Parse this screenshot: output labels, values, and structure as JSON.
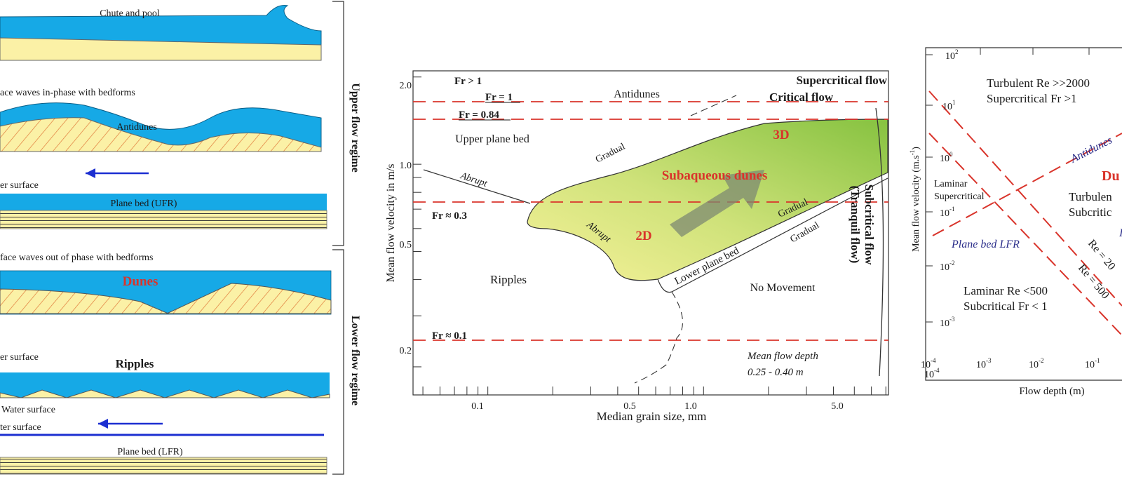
{
  "colors": {
    "water": "#16a9e6",
    "sand": "#fbf1a6",
    "lamina": "#e07a3a",
    "red_accent": "#d9342b",
    "arrow_blue": "#1c2fd1",
    "navy_text": "#2b2e8a",
    "zone_light": "#f7f29a",
    "zone_dark": "#86c240",
    "frame": "#333333"
  },
  "left_panel": {
    "chute_label": "Chute and pool",
    "antidune_caption": "ace waves in-phase with bedforms",
    "antidunes_label": "Antidunes",
    "upper_water_surface": "er surface",
    "plane_bed_ufr": "Plane bed (UFR)",
    "dune_caption": "face waves out of phase with bedforms",
    "dunes_label": "Dunes",
    "ripples_water_surface": "er surface",
    "ripples_label": "Ripples",
    "water_surface_1": "Water surface",
    "water_surface_2": "ter surface",
    "plane_bed_lfr": "Plane bed (LFR)",
    "upper_regime": "Upper flow regime",
    "lower_regime": "Lower flow regime",
    "arrow_icon": "left-arrow-icon"
  },
  "middle_chart": {
    "y_axis_label": "Mean flow velocity in m/s",
    "x_axis_label": "Median grain size, mm",
    "y_ticks": [
      {
        "value": 2.0,
        "label": "2.0"
      },
      {
        "value": 1.0,
        "label": "1.0"
      },
      {
        "value": 0.5,
        "label": "0.5"
      },
      {
        "value": 0.2,
        "label": "0.2"
      }
    ],
    "x_ticks": [
      {
        "value": 0.1,
        "label": "0.1"
      },
      {
        "value": 0.5,
        "label": "0.5"
      },
      {
        "value": 1.0,
        "label": "1.0"
      },
      {
        "value": 5.0,
        "label": "5.0"
      }
    ],
    "froude_lines": [
      {
        "label": "Fr > 1",
        "velocity": null
      },
      {
        "label": "Fr = 1",
        "velocity": 1.75
      },
      {
        "label": "Fr = 0.84",
        "velocity": 1.47
      },
      {
        "label": "Fr ≈ 0.3",
        "velocity": 0.74
      },
      {
        "label": "Fr ≈ 0.1",
        "velocity": 0.22
      }
    ],
    "region_labels": {
      "antidunes": "Antidunes",
      "supercritical": "Supercritical flow",
      "critical": "Critical flow",
      "upper_plane_bed": "Upper plane bed",
      "ripples": "Ripples",
      "no_movement": "No Movement",
      "subaqueous_dunes": "Subaqueous dunes",
      "three_d": "3D",
      "two_d": "2D",
      "lower_plane_bed": "Lower plane bed",
      "subcritical_1": "Subcritical flow",
      "subcritical_2": "(Tranquil flow)",
      "depth_1": "Mean flow depth",
      "depth_2": "0.25 - 0.40 m"
    },
    "boundary_labels": {
      "gradual_top": "Gradual",
      "abrupt_left": "Abrupt",
      "abrupt_bottom": "Abrupt",
      "gradual_right": "Gradual",
      "gradual_lower": "Gradual"
    },
    "trend_arrow_icon": "trend-arrow-icon"
  },
  "right_chart": {
    "y_axis_label": "Mean flow velocity (m.s",
    "y_axis_exp": "-1",
    "y_axis_close": ")",
    "x_axis_label": "Flow depth (m)",
    "y_ticks": [
      {
        "base": "10",
        "exp": "2"
      },
      {
        "base": "10",
        "exp": "1"
      },
      {
        "base": "10",
        "exp": "0"
      },
      {
        "base": "10",
        "exp": "-1"
      },
      {
        "base": "10",
        "exp": "-2"
      },
      {
        "base": "10",
        "exp": "-3"
      },
      {
        "base": "10",
        "exp": "-4"
      }
    ],
    "x_ticks": [
      {
        "base": "10",
        "exp": "-4"
      },
      {
        "base": "10",
        "exp": "-3"
      },
      {
        "base": "10",
        "exp": "-2"
      },
      {
        "base": "10",
        "exp": "-1"
      }
    ],
    "texts": {
      "turb_super_1": "Turbulent Re >>2000",
      "turb_super_2": "Supercritical Fr >1",
      "lam_super_1": "Laminar",
      "lam_super_2": "Supercritical",
      "turb_sub_1": "Turbulen",
      "turb_sub_2": "Subcritic",
      "lam_sub_1": "Laminar Re <500",
      "lam_sub_2": "Subcritical Fr < 1",
      "antidunes": "Antidunes",
      "plane_bed_lfr": "Plane bed LFR",
      "dunes_partial": "Du",
      "re_2000": "Re = 20",
      "re_500": "Re = 500"
    }
  }
}
